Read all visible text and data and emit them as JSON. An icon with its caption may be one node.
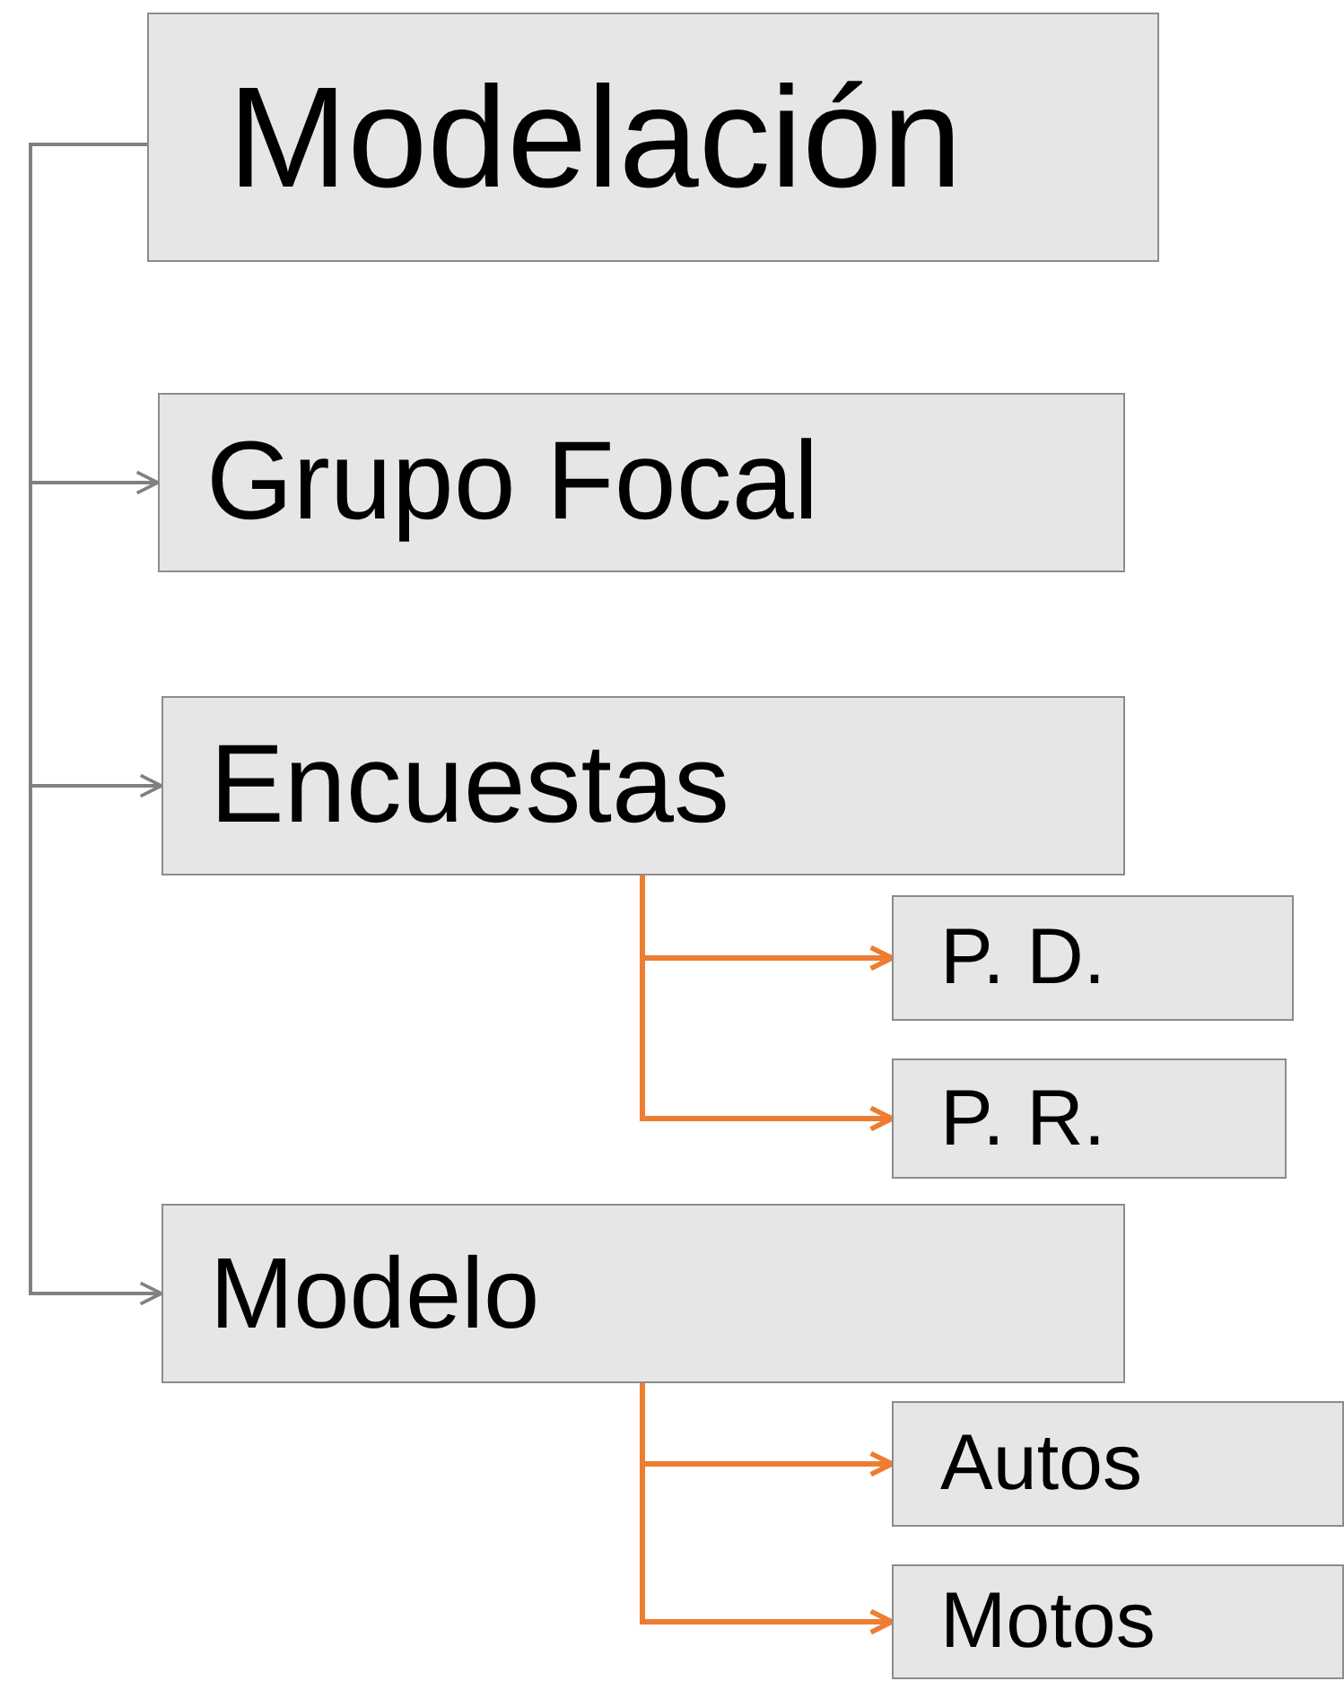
{
  "diagram": {
    "nodes": [
      {
        "text": [
          "Modelación"
        ]
      },
      {
        "text": [
          "Grupo Focal"
        ]
      },
      {
        "text": [
          "Encuestas"
        ]
      },
      {
        "text": [
          "P. D."
        ]
      },
      {
        "text": [
          "P. R."
        ]
      },
      {
        "text": [
          "Modelo"
        ]
      },
      {
        "text": [
          "Autos"
        ]
      },
      {
        "text": [
          "Motos"
        ]
      }
    ],
    "edges": [
      {
        "from": 0,
        "to": 1,
        "arrow": "to",
        "color": "#808080"
      },
      {
        "from": 0,
        "to": 2,
        "arrow": "to",
        "color": "#808080"
      },
      {
        "from": 0,
        "to": 5,
        "arrow": "to",
        "color": "#808080"
      },
      {
        "from": 2,
        "to": 3,
        "arrow": "to"
      },
      {
        "from": 2,
        "to": 4,
        "arrow": "to"
      },
      {
        "from": 5,
        "to": 6,
        "arrow": "to"
      },
      {
        "from": 5,
        "to": 7,
        "arrow": "to"
      }
    ]
  }
}
